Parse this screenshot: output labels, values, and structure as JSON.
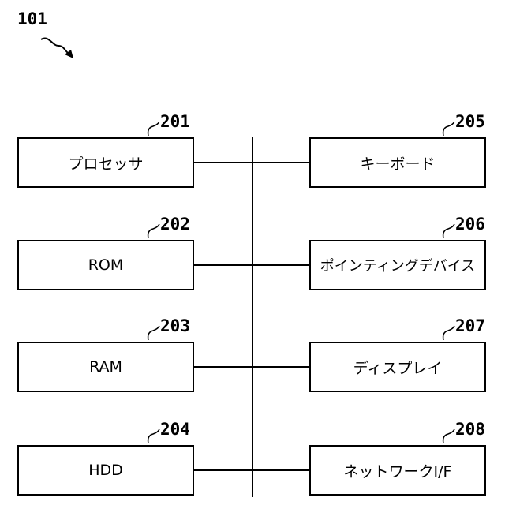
{
  "figure_label": "101",
  "components": {
    "left": [
      {
        "ref": "201",
        "label": "プロセッサ"
      },
      {
        "ref": "202",
        "label": "ROM"
      },
      {
        "ref": "203",
        "label": "RAM"
      },
      {
        "ref": "204",
        "label": "HDD"
      }
    ],
    "right": [
      {
        "ref": "205",
        "label": "キーボード"
      },
      {
        "ref": "206",
        "label": "ポインティングデバイス"
      },
      {
        "ref": "207",
        "label": "ディスプレイ"
      },
      {
        "ref": "208",
        "label": "ネットワークI/F"
      }
    ]
  }
}
